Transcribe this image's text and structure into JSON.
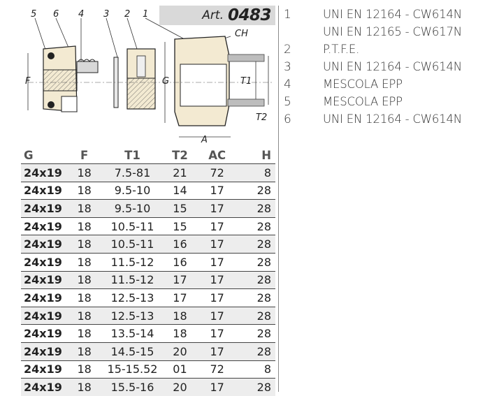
{
  "article": {
    "prefix": "Art.",
    "code": "0483"
  },
  "drawing_labels": {
    "parts": [
      "5",
      "6",
      "4",
      "3",
      "2",
      "1"
    ],
    "ch": "CH",
    "f": "F",
    "g": "G",
    "t1": "T1",
    "t2": "T2",
    "a": "A"
  },
  "materials": [
    {
      "num": "1",
      "text": "UNI EN 12164 - CW614N"
    },
    {
      "num": "",
      "text": "UNI EN 12165 - CW617N"
    },
    {
      "num": "2",
      "text": "P.T.F.E."
    },
    {
      "num": "3",
      "text": "UNI EN 12164 - CW614N"
    },
    {
      "num": "4",
      "text": "MESCOLA EPP"
    },
    {
      "num": "5",
      "text": "MESCOLA EPP"
    },
    {
      "num": "6",
      "text": "UNI EN 12164 - CW614N"
    }
  ],
  "table": {
    "headers": [
      "G",
      "F",
      "T1",
      "T2",
      "AC",
      "H"
    ],
    "rows": [
      [
        "24x19",
        "18",
        "7.5-81",
        "21",
        "72",
        "8"
      ],
      [
        "24x19",
        "18",
        "9.5-10",
        "14",
        "17",
        "28"
      ],
      [
        "24x19",
        "18",
        "9.5-10",
        "15",
        "17",
        "28"
      ],
      [
        "24x19",
        "18",
        "10.5-11",
        "15",
        "17",
        "28"
      ],
      [
        "24x19",
        "18",
        "10.5-11",
        "16",
        "17",
        "28"
      ],
      [
        "24x19",
        "18",
        "11.5-12",
        "16",
        "17",
        "28"
      ],
      [
        "24x19",
        "18",
        "11.5-12",
        "17",
        "17",
        "28"
      ],
      [
        "24x19",
        "18",
        "12.5-13",
        "17",
        "17",
        "28"
      ],
      [
        "24x19",
        "18",
        "12.5-13",
        "18",
        "17",
        "28"
      ],
      [
        "24x19",
        "18",
        "13.5-14",
        "18",
        "17",
        "28"
      ],
      [
        "24x19",
        "18",
        "14.5-15",
        "20",
        "17",
        "28"
      ],
      [
        "24x19",
        "18",
        "15-15.52",
        "01",
        "72",
        "8"
      ],
      [
        "24x19",
        "18",
        "15.5-16",
        "20",
        "17",
        "28"
      ]
    ]
  }
}
